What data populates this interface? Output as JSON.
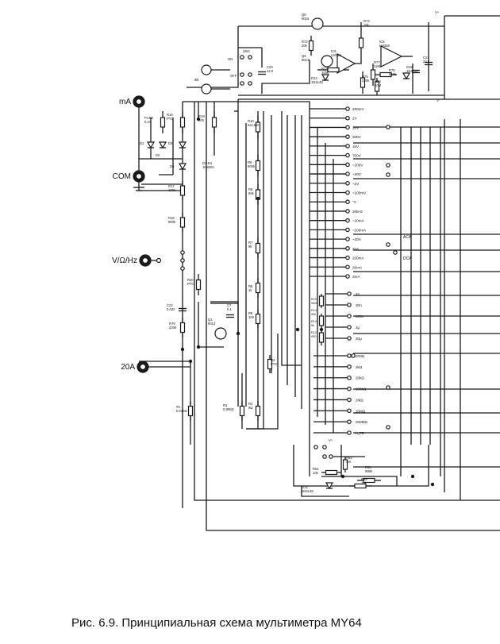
{
  "caption": "Рис. 6.9. Принципиальная схема мультиметра MY64",
  "colors": {
    "ink": "#1a1a1a",
    "paper": "#ffffff"
  },
  "terminals": [
    {
      "label": "mA"
    },
    {
      "label": "COM"
    },
    {
      "label": "V/Ω/Hz"
    },
    {
      "label": "20A"
    }
  ],
  "top_labels": [
    {
      "text": "Q8 9015"
    },
    {
      "text": "R72 20k"
    },
    {
      "text": "R74 15k"
    },
    {
      "text": "IC6 LM358"
    },
    {
      "text": "IC6 LM358"
    },
    {
      "text": "Q6 9014"
    },
    {
      "text": "R73 100k"
    },
    {
      "text": "D14 1N4148"
    },
    {
      "text": "R75 220k"
    },
    {
      "text": "R77 220k"
    },
    {
      "text": "R78 510k"
    },
    {
      "text": "R76 10M"
    },
    {
      "text": "D15 1N4148"
    },
    {
      "text": "C21 22,0"
    },
    {
      "text": "C20 22,0"
    },
    {
      "text": "SW1"
    },
    {
      "text": "ON"
    },
    {
      "text": "OFF"
    },
    {
      "text": "9B"
    },
    {
      "text": "V+"
    },
    {
      "text": "V-"
    }
  ],
  "left_labels": [
    {
      "text": "FUSE 0,2A"
    },
    {
      "text": "R18 PTC"
    },
    {
      "text": "R19 100"
    },
    {
      "text": "D1"
    },
    {
      "text": "D2"
    },
    {
      "text": "D3"
    },
    {
      "text": "D4"
    },
    {
      "text": "D1-D4 1N4004"
    },
    {
      "text": "R17 100k"
    },
    {
      "text": "R16 900k"
    },
    {
      "text": "R20 PTC"
    },
    {
      "text": "C22 0,022"
    },
    {
      "text": "C7 0,1"
    },
    {
      "text": "Q1 9013"
    },
    {
      "text": "R79 220k"
    },
    {
      "text": "R1 0,010Ω"
    },
    {
      "text": "R2 0,990Ω"
    },
    {
      "text": "R10 2s4,5M"
    },
    {
      "text": "R9 900k"
    },
    {
      "text": "R8 90k"
    },
    {
      "text": "R7 9k"
    },
    {
      "text": "R6 1k"
    },
    {
      "text": "R5 100"
    },
    {
      "text": "R3 9Ω"
    },
    {
      "text": "R4 PTC"
    }
  ],
  "ranges_col1": [
    "200mV",
    "2V",
    "20V",
    "200V",
    "1kV",
    "700V",
    "~200V",
    "~20V",
    "~2V",
    "~200mV",
    "°C",
    "20kHz",
    "~20mA",
    "~200mA",
    "~20A",
    "20A",
    "200mA",
    "20mA",
    "2mA"
  ],
  "ranges_col2": [
    "200Ω",
    "2kΩ",
    "20kΩ",
    "200kΩ",
    "2MΩ",
    "20MΩ",
    "200MΩ",
    "h_FE"
  ],
  "cap_ranges": [
    {
      "label": "2n",
      "res": ""
    },
    {
      "label": "20n",
      "res": "R15 900k"
    },
    {
      "label": "200n",
      "res": "R14 90k"
    },
    {
      "label": "2µ",
      "res": "R13 9k"
    },
    {
      "label": "20µ",
      "res": "R12 900"
    }
  ],
  "bottom_labels": [
    {
      "text": "R62 1M"
    },
    {
      "text": "R51 10k"
    },
    {
      "text": "R64 990k"
    },
    {
      "text": "R65 10k"
    },
    {
      "text": "D12 1N4148"
    },
    {
      "text": "V+"
    }
  ],
  "right_labels": [
    {
      "text": "ACA"
    },
    {
      "text": "DCA"
    }
  ]
}
